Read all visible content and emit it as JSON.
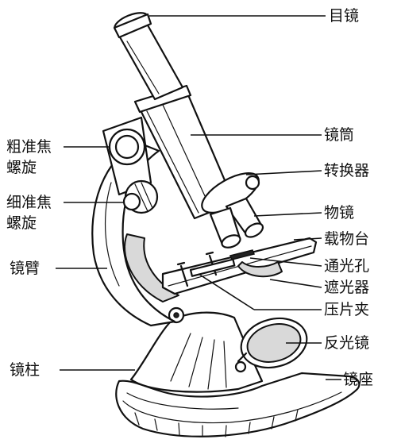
{
  "diagram": {
    "labels": {
      "eyepiece": "目镜",
      "tube": "镜筒",
      "nosepiece": "转换器",
      "objective": "物镜",
      "stage": "载物台",
      "light_hole": "通光孔",
      "diaphragm": "遮光器",
      "stage_clip": "压片夹",
      "mirror": "反光镜",
      "base": "镜座",
      "coarse_focus_line1": "粗准焦",
      "coarse_focus_line2": "螺旋",
      "fine_focus_line1": "细准焦",
      "fine_focus_line2": "螺旋",
      "arm": "镜臂",
      "pillar": "镜柱"
    }
  }
}
